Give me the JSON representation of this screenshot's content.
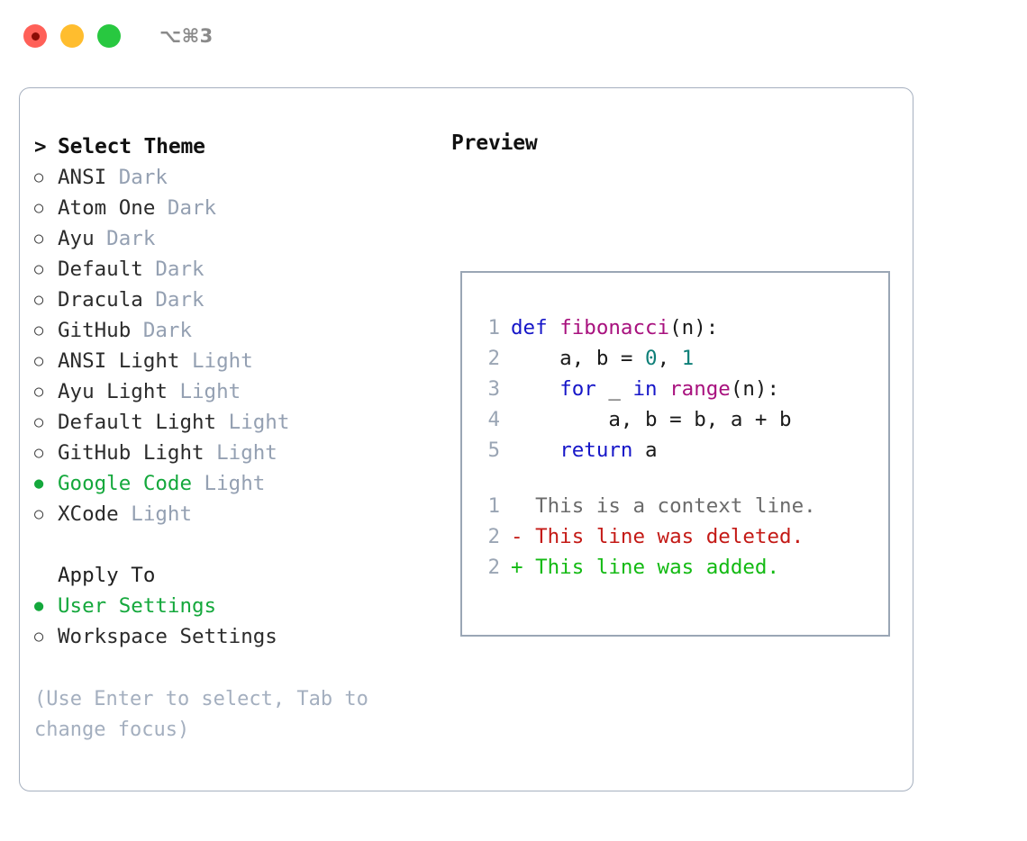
{
  "titlebar": {
    "traffic_lights": [
      {
        "name": "close",
        "color": "#FF6058"
      },
      {
        "name": "minimize",
        "color": "#FFBD2E"
      },
      {
        "name": "zoom",
        "color": "#28C840"
      }
    ],
    "shortcut": "⌥⌘3"
  },
  "left": {
    "prompt_marker": ">",
    "heading": "Select Theme",
    "themes": [
      {
        "marker": "○",
        "name": "ANSI",
        "kind": "Dark",
        "selected": false
      },
      {
        "marker": "○",
        "name": "Atom One",
        "kind": "Dark",
        "selected": false
      },
      {
        "marker": "○",
        "name": "Ayu",
        "kind": "Dark",
        "selected": false
      },
      {
        "marker": "○",
        "name": "Default",
        "kind": "Dark",
        "selected": false
      },
      {
        "marker": "○",
        "name": "Dracula",
        "kind": "Dark",
        "selected": false
      },
      {
        "marker": "○",
        "name": "GitHub",
        "kind": "Dark",
        "selected": false
      },
      {
        "marker": "○",
        "name": "ANSI Light",
        "kind": "Light",
        "selected": false
      },
      {
        "marker": "○",
        "name": "Ayu Light",
        "kind": "Light",
        "selected": false
      },
      {
        "marker": "○",
        "name": "Default Light",
        "kind": "Light",
        "selected": false
      },
      {
        "marker": "○",
        "name": "GitHub Light",
        "kind": "Light",
        "selected": false
      },
      {
        "marker": "●",
        "name": "Google Code",
        "kind": "Light",
        "selected": true
      },
      {
        "marker": "○",
        "name": "XCode",
        "kind": "Light",
        "selected": false
      }
    ],
    "apply_to": {
      "title": "Apply To",
      "options": [
        {
          "marker": "●",
          "label": "User Settings",
          "selected": true
        },
        {
          "marker": "○",
          "label": "Workspace Settings",
          "selected": false
        }
      ]
    },
    "hint": "(Use Enter to select, Tab to change focus)"
  },
  "right": {
    "title": "Preview",
    "code_lines": [
      {
        "no": "1",
        "tokens": [
          {
            "t": "def ",
            "c": "kw"
          },
          {
            "t": "fibonacci",
            "c": "fn"
          },
          {
            "t": "(n):",
            "c": "pl"
          }
        ]
      },
      {
        "no": "2",
        "tokens": [
          {
            "t": "    a, b = ",
            "c": "pl"
          },
          {
            "t": "0",
            "c": "num"
          },
          {
            "t": ", ",
            "c": "pl"
          },
          {
            "t": "1",
            "c": "num"
          }
        ]
      },
      {
        "no": "3",
        "tokens": [
          {
            "t": "    ",
            "c": "pl"
          },
          {
            "t": "for",
            "c": "kw"
          },
          {
            "t": " _ ",
            "c": "pl"
          },
          {
            "t": "in",
            "c": "kw"
          },
          {
            "t": " ",
            "c": "pl"
          },
          {
            "t": "range",
            "c": "fn"
          },
          {
            "t": "(n):",
            "c": "pl"
          }
        ]
      },
      {
        "no": "4",
        "tokens": [
          {
            "t": "        a, b = b, a + b",
            "c": "pl"
          }
        ]
      },
      {
        "no": "5",
        "tokens": [
          {
            "t": "    ",
            "c": "pl"
          },
          {
            "t": "return",
            "c": "kw"
          },
          {
            "t": " a",
            "c": "pl"
          }
        ]
      }
    ],
    "diff_lines": [
      {
        "no": "1",
        "sign": "  ",
        "text": "This is a context line.",
        "kind": "ctx"
      },
      {
        "no": "2",
        "sign": "- ",
        "text": "This line was deleted.",
        "kind": "del"
      },
      {
        "no": "2",
        "sign": "+ ",
        "text": "This line was added.",
        "kind": "add"
      }
    ]
  },
  "colors": {
    "accent_green": "#14A83C",
    "muted": "#94A0B2",
    "border": "#A6B0BF",
    "keyword": "#1616C8",
    "function": "#A8117E",
    "number": "#0E7F78",
    "diff_delete": "#C41A16",
    "diff_add": "#13BA13"
  }
}
